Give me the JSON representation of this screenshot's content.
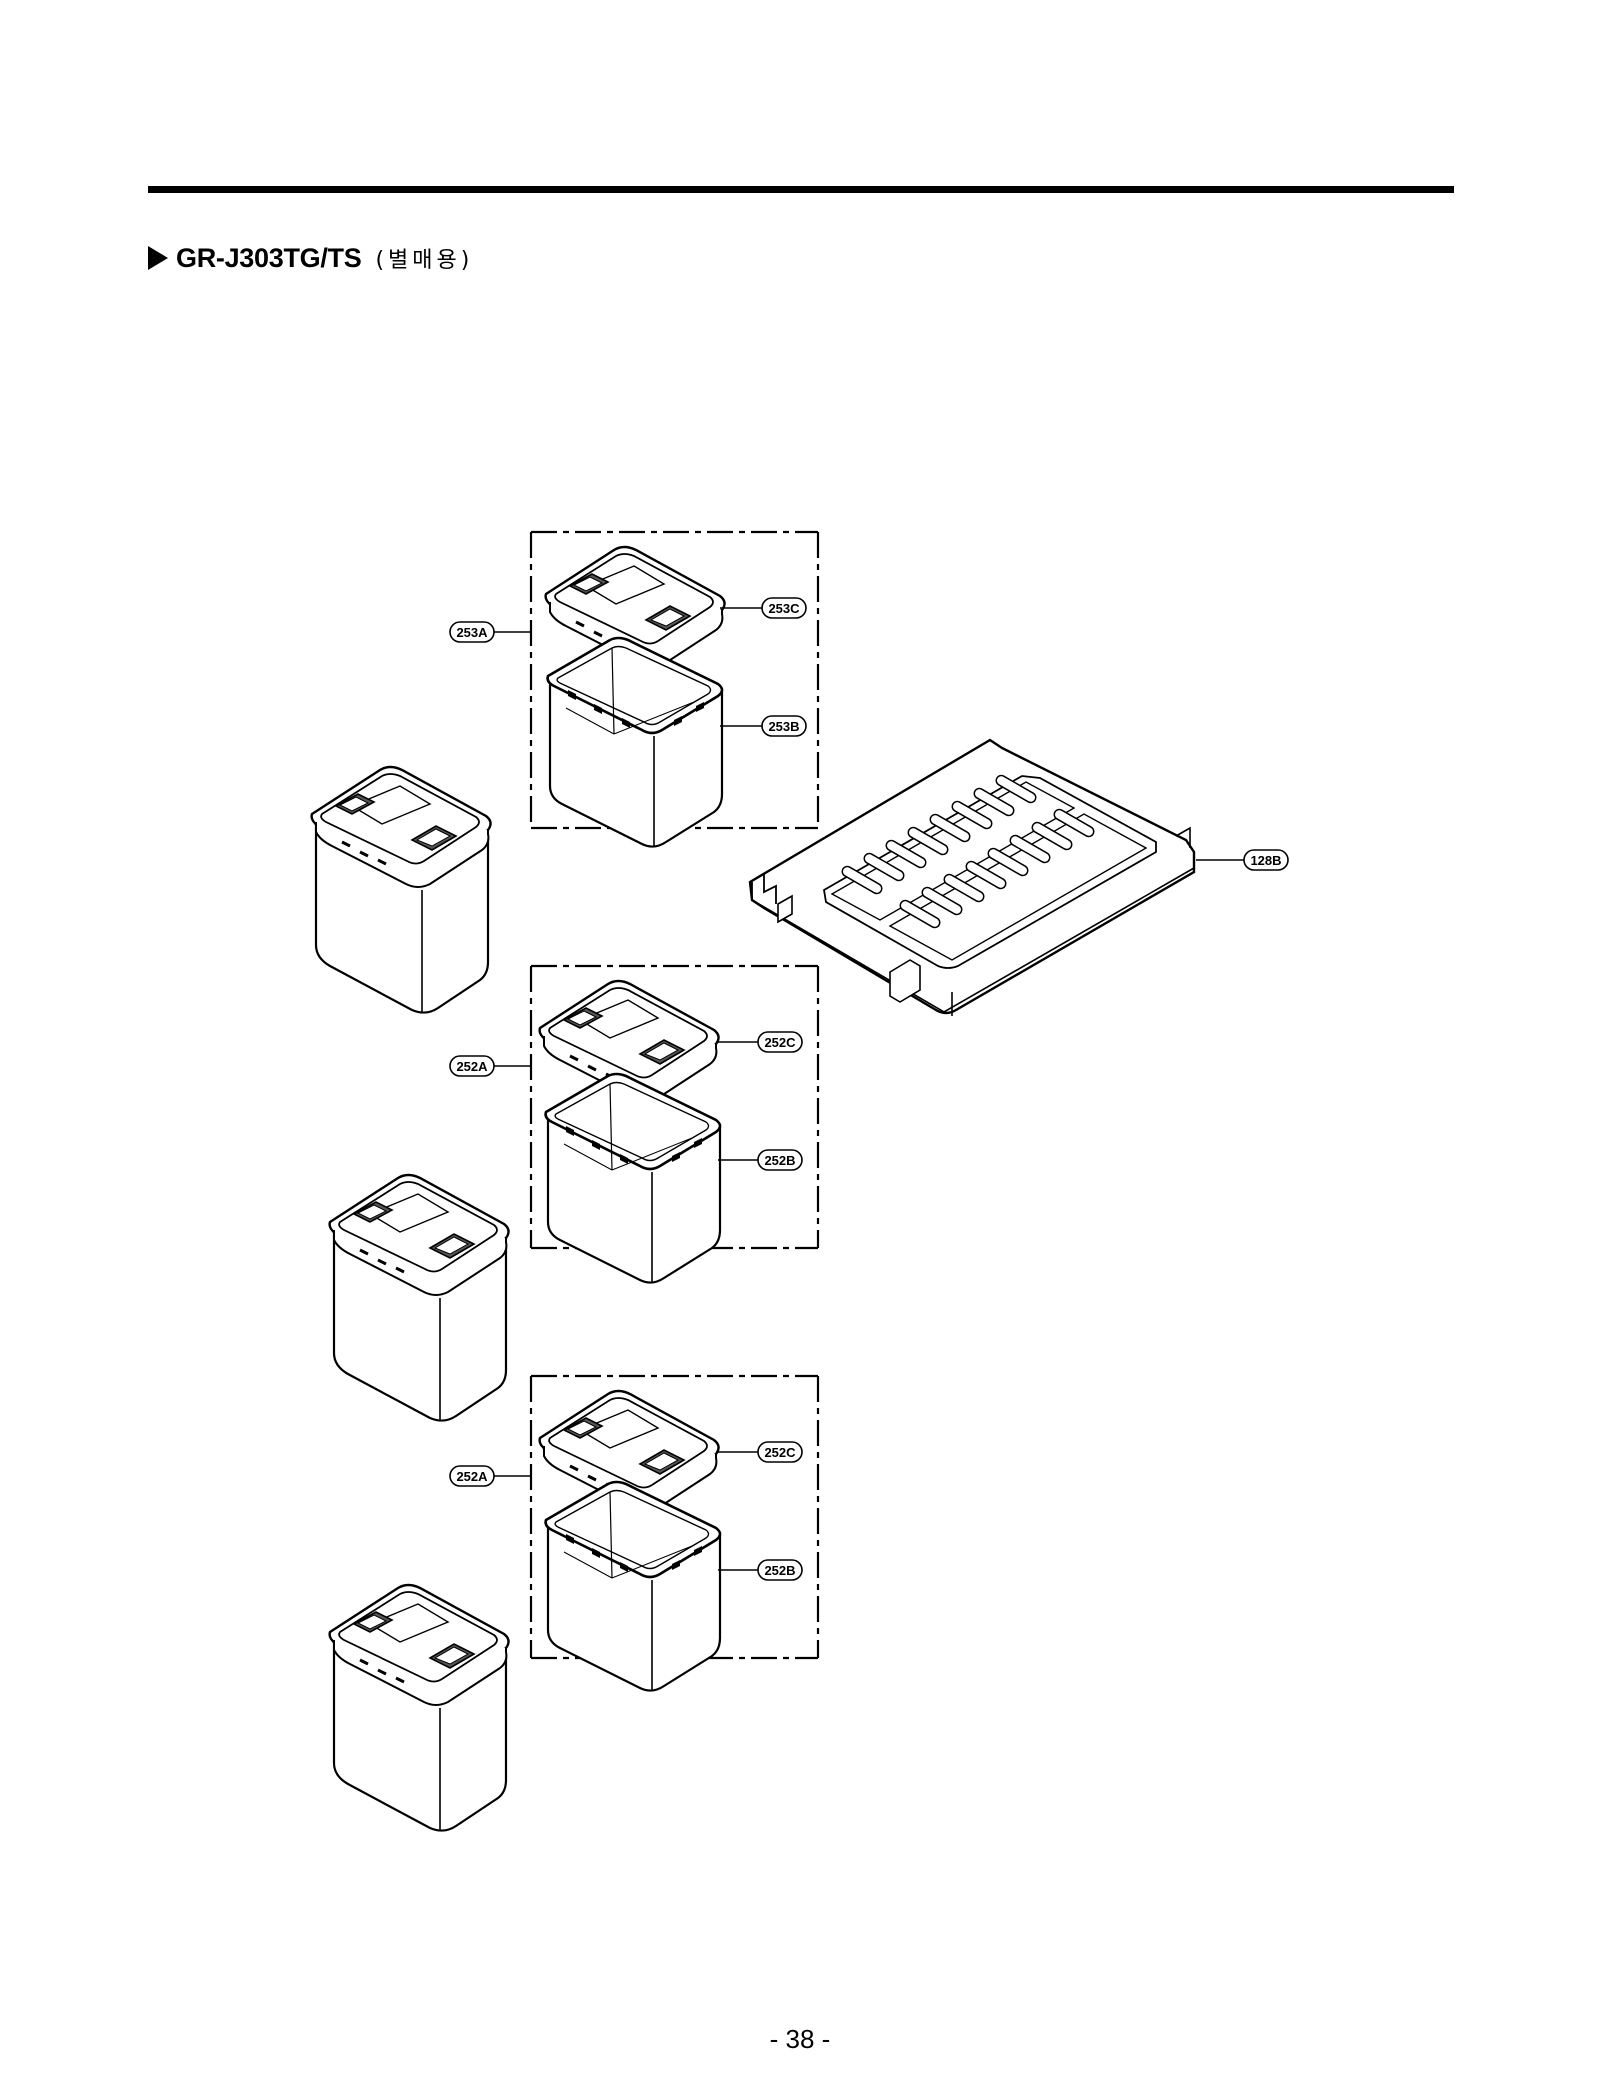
{
  "header": {
    "model": "GR-J303TG/TS",
    "note": "(별매용)"
  },
  "callouts": {
    "c253A": "253A",
    "c253B": "253B",
    "c253C": "253C",
    "c128B": "128B",
    "c252A_1": "252A",
    "c252B_1": "252B",
    "c252C_1": "252C",
    "c252A_2": "252A",
    "c252B_2": "252B",
    "c252C_2": "252C"
  },
  "footer": {
    "page_number": "- 38 -"
  }
}
